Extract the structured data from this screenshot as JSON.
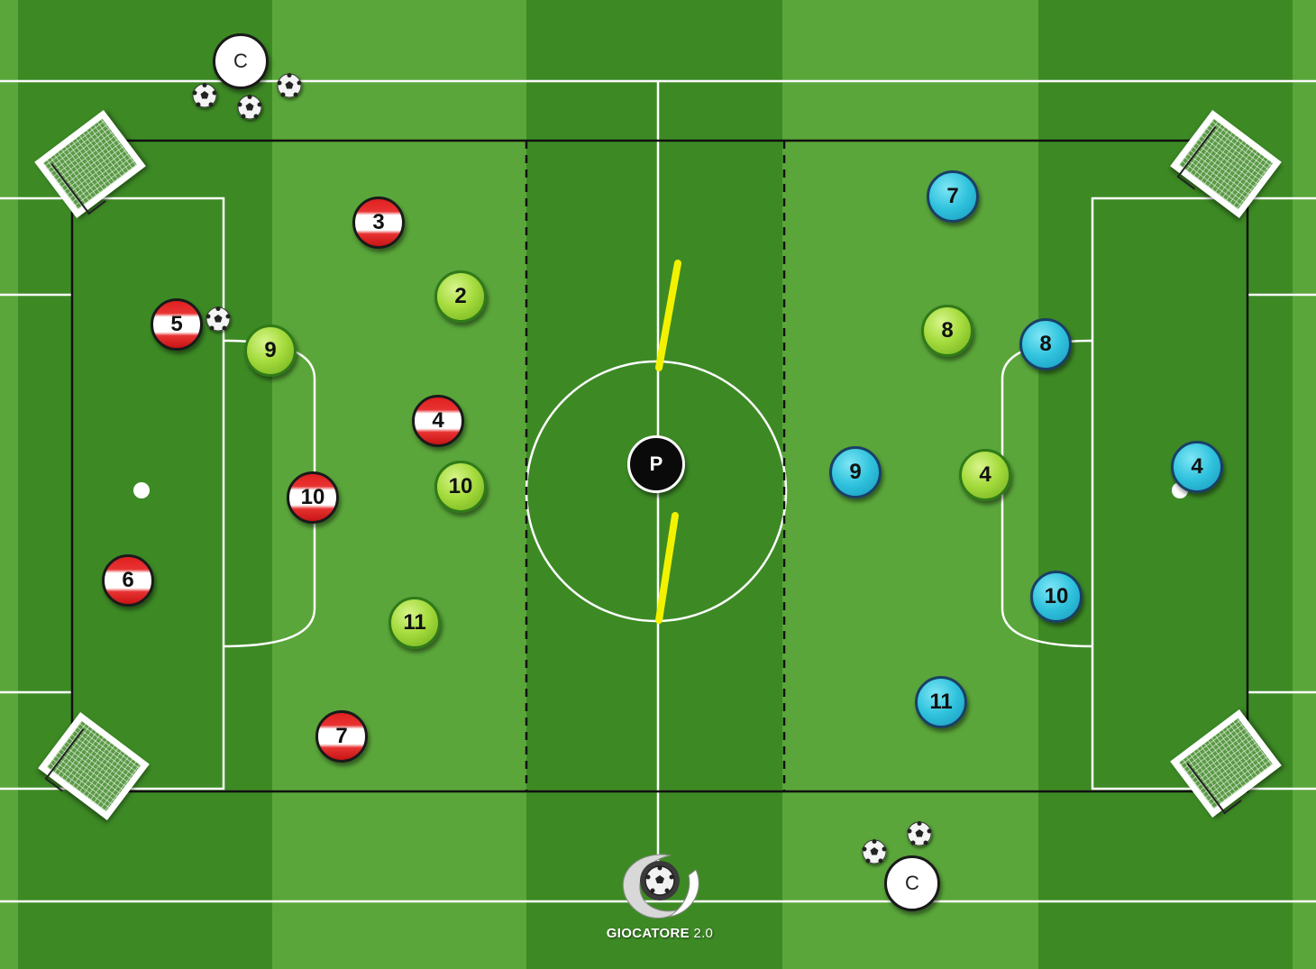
{
  "colors": {
    "grass_dark": "#3d8a25",
    "grass_light": "#5aa63a",
    "line": "#ffffff",
    "zone_line": "#111111",
    "marker": "#f2f200",
    "team_red": "#e02020",
    "team_green": "#a6dc3e",
    "team_blue": "#2fc2dd"
  },
  "teams": {
    "red": {
      "players": [
        "3",
        "5",
        "4",
        "10",
        "6",
        "7"
      ]
    },
    "green": {
      "players": [
        "2",
        "9",
        "10",
        "11",
        "8",
        "4"
      ]
    },
    "blue": {
      "players": [
        "7",
        "8",
        "9",
        "4",
        "10",
        "11"
      ]
    }
  },
  "coaches": {
    "top": "C",
    "bottom": "C"
  },
  "pivot": "P",
  "logo": {
    "name": "GIOCATORE",
    "version": "2.0"
  },
  "icons": {
    "ball": "soccer-ball-icon",
    "goal": "mini-goal-icon",
    "marker": "yellow-marker-line",
    "logo": "giocatore-logo-icon"
  }
}
